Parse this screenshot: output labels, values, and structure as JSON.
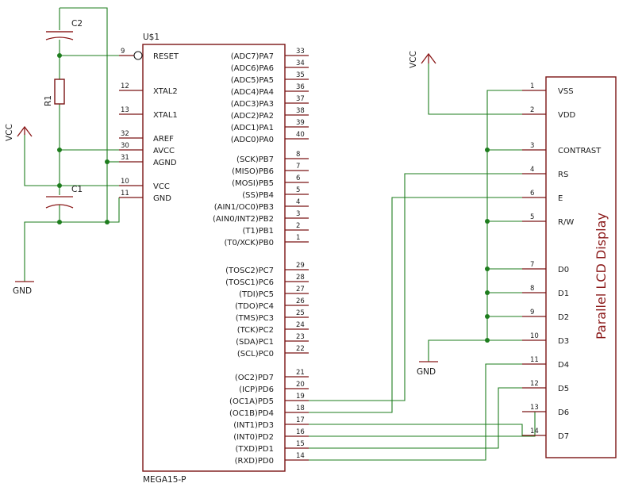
{
  "mcu": {
    "ref": "U$1",
    "value": "MEGA15-P",
    "left_pins": [
      {
        "name": "RESET",
        "num": "9"
      },
      {
        "name": "XTAL2",
        "num": "12"
      },
      {
        "name": "XTAL1",
        "num": "13"
      },
      {
        "name": "AREF",
        "num": "32"
      },
      {
        "name": "AVCC",
        "num": "30"
      },
      {
        "name": "AGND",
        "num": "31"
      },
      {
        "name": "VCC",
        "num": "10"
      },
      {
        "name": "GND",
        "num": "11"
      }
    ],
    "right_pins": [
      {
        "name": "(ADC7)PA7",
        "num": "33"
      },
      {
        "name": "(ADC6)PA6",
        "num": "34"
      },
      {
        "name": "(ADC5)PA5",
        "num": "35"
      },
      {
        "name": "(ADC4)PA4",
        "num": "36"
      },
      {
        "name": "(ADC3)PA3",
        "num": "37"
      },
      {
        "name": "(ADC2)PA2",
        "num": "38"
      },
      {
        "name": "(ADC1)PA1",
        "num": "39"
      },
      {
        "name": "(ADC0)PA0",
        "num": "40"
      },
      {
        "name": "(SCK)PB7",
        "num": "8"
      },
      {
        "name": "(MISO)PB6",
        "num": "7"
      },
      {
        "name": "(MOSI)PB5",
        "num": "6"
      },
      {
        "name": "(SS)PB4",
        "num": "5"
      },
      {
        "name": "(AIN1/OC0)PB3",
        "num": "4"
      },
      {
        "name": "(AIN0/INT2)PB2",
        "num": "3"
      },
      {
        "name": "(T1)PB1",
        "num": "2"
      },
      {
        "name": "(T0/XCK)PB0",
        "num": "1"
      },
      {
        "name": "(TOSC2)PC7",
        "num": "29"
      },
      {
        "name": "(TOSC1)PC6",
        "num": "28"
      },
      {
        "name": "(TDI)PC5",
        "num": "27"
      },
      {
        "name": "(TDO)PC4",
        "num": "26"
      },
      {
        "name": "(TMS)PC3",
        "num": "25"
      },
      {
        "name": "(TCK)PC2",
        "num": "24"
      },
      {
        "name": "(SDA)PC1",
        "num": "23"
      },
      {
        "name": "(SCL)PC0",
        "num": "22"
      },
      {
        "name": "(OC2)PD7",
        "num": "21"
      },
      {
        "name": "(ICP)PD6",
        "num": "20"
      },
      {
        "name": "(OC1A)PD5",
        "num": "19"
      },
      {
        "name": "(OC1B)PD4",
        "num": "18"
      },
      {
        "name": "(INT1)PD3",
        "num": "17"
      },
      {
        "name": "(INT0)PD2",
        "num": "16"
      },
      {
        "name": "(TXD)PD1",
        "num": "15"
      },
      {
        "name": "(RXD)PD0",
        "num": "14"
      }
    ]
  },
  "lcd": {
    "title": "Parallel LCD Display",
    "pins": [
      {
        "name": "VSS",
        "num": "1"
      },
      {
        "name": "VDD",
        "num": "2"
      },
      {
        "name": "CONTRAST",
        "num": "3"
      },
      {
        "name": "RS",
        "num": "4"
      },
      {
        "name": "E",
        "num": "6"
      },
      {
        "name": "R/W",
        "num": "5"
      },
      {
        "name": "D0",
        "num": "7"
      },
      {
        "name": "D1",
        "num": "8"
      },
      {
        "name": "D2",
        "num": "9"
      },
      {
        "name": "D3",
        "num": "10"
      },
      {
        "name": "D4",
        "num": "11"
      },
      {
        "name": "D5",
        "num": "12"
      },
      {
        "name": "D6",
        "num": "13"
      },
      {
        "name": "D7",
        "num": "14"
      }
    ]
  },
  "components": {
    "c2": "C2",
    "c1": "C1",
    "r1": "R1"
  },
  "power": {
    "vcc_left": "VCC",
    "vcc_lcd": "VCC",
    "gnd_left": "GND",
    "gnd_lcd": "GND"
  },
  "colors": {
    "wire": "#1e7d1e",
    "part": "#7a1414",
    "text": "#1a1a1a",
    "title": "#8b1a1a"
  }
}
